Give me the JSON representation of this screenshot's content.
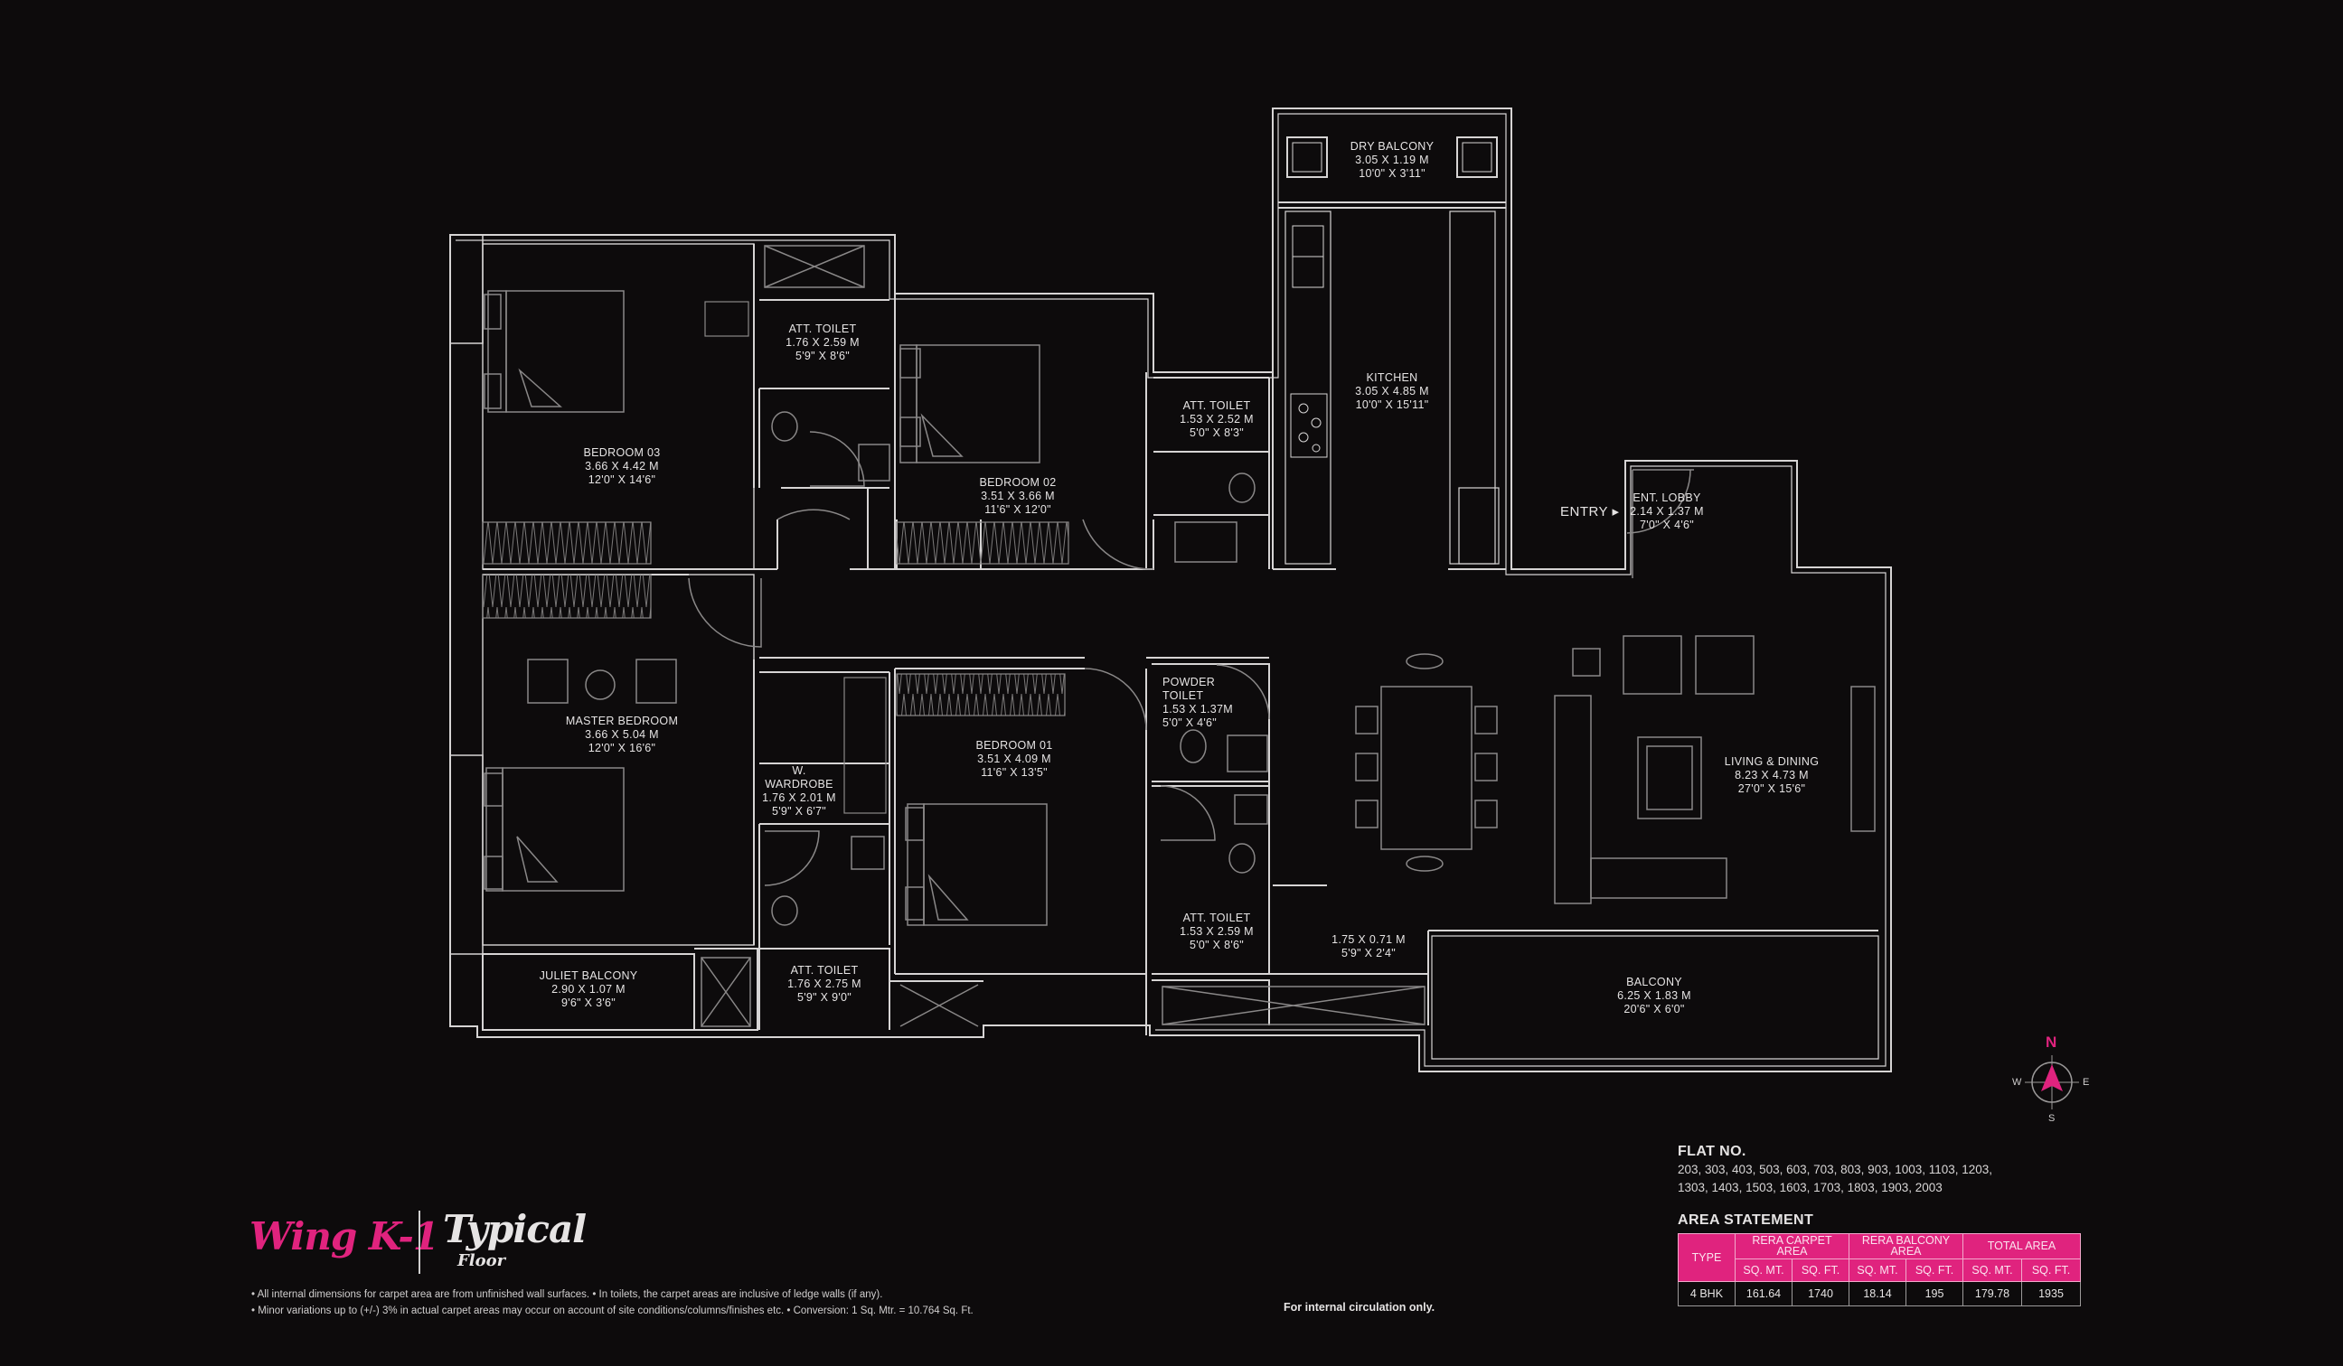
{
  "rooms": {
    "dry_balcony": {
      "name": "DRY BALCONY",
      "dim_m": "3.05 X 1.19 M",
      "dim_ft": "10'0\" X 3'11\""
    },
    "kitchen": {
      "name": "KITCHEN",
      "dim_m": "3.05 X 4.85 M",
      "dim_ft": "10'0\" X 15'11\""
    },
    "att_toilet_top_left": {
      "name": "ATT. TOILET",
      "dim_m": "1.76 X 2.59 M",
      "dim_ft": "5'9\" X 8'6\""
    },
    "att_toilet_top_mid": {
      "name": "ATT. TOILET",
      "dim_m": "1.53 X 2.52 M",
      "dim_ft": "5'0\" X 8'3\""
    },
    "bedroom_03": {
      "name": "BEDROOM 03",
      "dim_m": "3.66 X 4.42 M",
      "dim_ft": "12'0\" X 14'6\""
    },
    "bedroom_02": {
      "name": "BEDROOM 02",
      "dim_m": "3.51 X 3.66 M",
      "dim_ft": "11'6\" X 12'0\""
    },
    "ent_lobby": {
      "name": "ENT. LOBBY",
      "dim_m": "2.14 X 1.37 M",
      "dim_ft": "7'0\" X 4'6\""
    },
    "master_bedroom": {
      "name": "MASTER BEDROOM",
      "dim_m": "3.66 X 5.04 M",
      "dim_ft": "12'0\" X 16'6\""
    },
    "powder_toilet": {
      "name1": "POWDER",
      "name2": "TOILET",
      "dim_m": "1.53 X 1.37M",
      "dim_ft": "5'0\" X 4'6\""
    },
    "w_wardrobe": {
      "name1": "W.",
      "name2": "WARDROBE",
      "dim_m": "1.76 X 2.01 M",
      "dim_ft": "5'9\" X 6'7\""
    },
    "bedroom_01": {
      "name": "BEDROOM 01",
      "dim_m": "3.51 X 4.09 M",
      "dim_ft": "11'6\" X 13'5\""
    },
    "living_dining": {
      "name": "LIVING & DINING",
      "dim_m": "8.23 X 4.73 M",
      "dim_ft": "27'0\" X 15'6\""
    },
    "att_toilet_bottom_right": {
      "name": "ATT. TOILET",
      "dim_m": "1.53 X 2.59 M",
      "dim_ft": "5'0\" X 8'6\""
    },
    "utility": {
      "dim_m": "1.75 X 0.71 M",
      "dim_ft": "5'9\" X 2'4\""
    },
    "juliet_balcony": {
      "name": "JULIET BALCONY",
      "dim_m": "2.90 X 1.07 M",
      "dim_ft": "9'6\" X 3'6\""
    },
    "att_toilet_bottom_left": {
      "name": "ATT. TOILET",
      "dim_m": "1.76 X 2.75 M",
      "dim_ft": "5'9\" X 9'0\""
    },
    "balcony": {
      "name": "BALCONY",
      "dim_m": "6.25 X 1.83 M",
      "dim_ft": "20'6\" X 6'0\""
    }
  },
  "entry_label": "ENTRY",
  "compass": {
    "n": "N",
    "s": "S",
    "e": "E",
    "w": "W",
    "accent": "#e0237e"
  },
  "title": {
    "wing": "Wing K-1",
    "typical": "Typical",
    "floor": "Floor"
  },
  "notes": {
    "line1": "• All internal dimensions for carpet area are from unfinished wall surfaces. • In toilets, the carpet areas are inclusive of ledge walls (if any).",
    "line2": "• Minor variations up to (+/-) 3% in actual carpet areas may occur on account of site conditions/columns/finishes etc. • Conversion: 1 Sq. Mtr. = 10.764 Sq. Ft."
  },
  "internal_note": "For internal circulation only.",
  "flat_no": {
    "heading": "FLAT NO.",
    "line1": "203, 303, 403, 503, 603, 703, 803, 903, 1003, 1103, 1203,",
    "line2": "1303, 1403, 1503, 1603, 1703, 1803, 1903, 2003"
  },
  "area_statement": {
    "heading": "AREA STATEMENT",
    "header_type": "TYPE",
    "header_carpet": "RERA CARPET AREA",
    "header_balcony": "RERA BALCONY AREA",
    "header_total": "TOTAL AREA",
    "unit_sqmt": "SQ. MT.",
    "unit_sqft": "SQ. FT.",
    "row": {
      "type": "4 BHK",
      "carpet_sqmt": "161.64",
      "carpet_sqft": "1740",
      "balcony_sqmt": "18.14",
      "balcony_sqft": "195",
      "total_sqmt": "179.78",
      "total_sqft": "1935"
    }
  },
  "colors": {
    "background": "#0d0b0c",
    "wall": "#d6d4d4",
    "accent": "#e0237e"
  }
}
